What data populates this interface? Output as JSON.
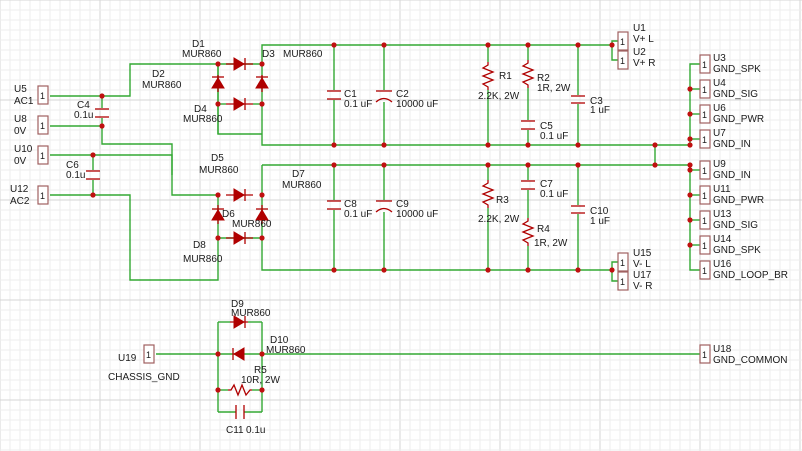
{
  "colors": {
    "wire": "#33a833",
    "component": "#b00000",
    "junction": "#c01010",
    "grid": "#ededed",
    "text": "#1a1a1a"
  },
  "connectors": {
    "U5": {
      "ref": "U5",
      "net": "AC1",
      "pin": "1"
    },
    "U8": {
      "ref": "U8",
      "net": "0V",
      "pin": "1"
    },
    "U10": {
      "ref": "U10",
      "net": "0V",
      "pin": "1"
    },
    "U12": {
      "ref": "U12",
      "net": "AC2",
      "pin": "1"
    },
    "U1": {
      "ref": "U1",
      "net": "V+ L",
      "pin": "1"
    },
    "U2": {
      "ref": "U2",
      "net": "V+ R",
      "pin": "1"
    },
    "U3": {
      "ref": "U3",
      "net": "GND_SPK",
      "pin": "1"
    },
    "U4": {
      "ref": "U4",
      "net": "GND_SIG",
      "pin": "1"
    },
    "U6": {
      "ref": "U6",
      "net": "GND_PWR",
      "pin": "1"
    },
    "U7": {
      "ref": "U7",
      "net": "GND_IN",
      "pin": "1"
    },
    "U9": {
      "ref": "U9",
      "net": "GND_IN",
      "pin": "1"
    },
    "U11": {
      "ref": "U11",
      "net": "GND_PWR",
      "pin": "1"
    },
    "U13": {
      "ref": "U13",
      "net": "GND_SIG",
      "pin": "1"
    },
    "U14": {
      "ref": "U14",
      "net": "GND_SPK",
      "pin": "1"
    },
    "U16": {
      "ref": "U16",
      "net": "GND_LOOP_BR",
      "pin": "1"
    },
    "U15": {
      "ref": "U15",
      "net": "V- L",
      "pin": "1"
    },
    "U17": {
      "ref": "U17",
      "net": "V- R",
      "pin": "1"
    },
    "U19": {
      "ref": "U19",
      "net": "CHASSIS_GND",
      "pin": "1"
    },
    "U18": {
      "ref": "U18",
      "net": "GND_COMMON",
      "pin": "1"
    }
  },
  "components": {
    "D1": {
      "ref": "D1",
      "value": "MUR860"
    },
    "D2": {
      "ref": "D2",
      "value": "MUR860"
    },
    "D3": {
      "ref": "D3",
      "value": "MUR860"
    },
    "D4": {
      "ref": "D4",
      "value": "MUR860"
    },
    "D5": {
      "ref": "D5",
      "value": "MUR860"
    },
    "D6": {
      "ref": "D6",
      "value": "MUR860"
    },
    "D7": {
      "ref": "D7",
      "value": "MUR860"
    },
    "D8": {
      "ref": "D8",
      "value": "MUR860"
    },
    "D9": {
      "ref": "D9",
      "value": "MUR860"
    },
    "D10": {
      "ref": "D10",
      "value": "MUR860"
    },
    "C1": {
      "ref": "C1",
      "value": "0.1 uF"
    },
    "C2": {
      "ref": "C2",
      "value": "10000 uF"
    },
    "C3": {
      "ref": "C3",
      "value": "1 uF"
    },
    "C4": {
      "ref": "C4",
      "value": "0.1u"
    },
    "C5": {
      "ref": "C5",
      "value": "0.1 uF"
    },
    "C6": {
      "ref": "C6",
      "value": "0.1u"
    },
    "C7": {
      "ref": "C7",
      "value": "0.1 uF"
    },
    "C8": {
      "ref": "C8",
      "value": "0.1 uF"
    },
    "C9": {
      "ref": "C9",
      "value": "10000 uF"
    },
    "C10": {
      "ref": "C10",
      "value": "1 uF"
    },
    "C11": {
      "ref": "C11",
      "value": "0.1u"
    },
    "R1": {
      "ref": "R1",
      "value": "2.2K, 2W"
    },
    "R2": {
      "ref": "R2",
      "value": "1R, 2W"
    },
    "R3": {
      "ref": "R3",
      "value": "2.2K, 2W"
    },
    "R4": {
      "ref": "R4",
      "value": "1R, 2W"
    },
    "R5": {
      "ref": "R5",
      "value": "10R, 2W"
    }
  }
}
